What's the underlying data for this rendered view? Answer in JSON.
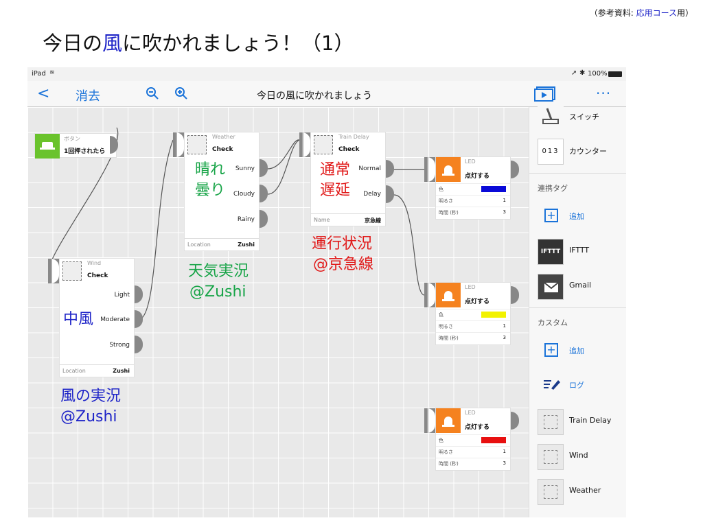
{
  "slide": {
    "title_part1": "今日の",
    "title_blue": "風",
    "title_part2": "に吹かれましょう！（1）",
    "ref_part1": "（参考資料: ",
    "ref_blue": "応用コース",
    "ref_part2": "用）"
  },
  "statusbar": {
    "device": "iPad",
    "battery": "100%"
  },
  "navbar": {
    "back": "<",
    "clear": "消去",
    "title": "今日の風に吹かれましょう",
    "more": "···"
  },
  "nodes": {
    "button": {
      "category": "ボタン",
      "name": "1回押されたら"
    },
    "wind": {
      "category": "Wind",
      "name": "Check",
      "outputs": [
        "Light",
        "Moderate",
        "Strong"
      ],
      "footer_label": "Location",
      "footer_value": "Zushi"
    },
    "weather": {
      "category": "Weather",
      "name": "Check",
      "outputs": [
        "Sunny",
        "Cloudy",
        "Rainy"
      ],
      "footer_label": "Location",
      "footer_value": "Zushi"
    },
    "train": {
      "category": "Train Delay",
      "name": "Check",
      "outputs": [
        "Normal",
        "Delay"
      ],
      "footer_label": "Name",
      "footer_value": "京急線"
    },
    "led1": {
      "category": "LED",
      "name": "点灯する",
      "color_label": "色",
      "bright_label": "明るさ",
      "bright_value": "1",
      "time_label": "時間 (秒)",
      "time_value": "3",
      "color": "#0a0ad8"
    },
    "led2": {
      "category": "LED",
      "name": "点灯する",
      "color_label": "色",
      "bright_label": "明るさ",
      "bright_value": "1",
      "time_label": "時間 (秒)",
      "time_value": "3",
      "color": "#f2f200"
    },
    "led3": {
      "category": "LED",
      "name": "点灯する",
      "color_label": "色",
      "bright_label": "明るさ",
      "bright_value": "1",
      "time_label": "時間 (秒)",
      "time_value": "3",
      "color": "#e81010"
    }
  },
  "annotations": {
    "wind_main": "中風",
    "wind_caption1": "風の実況",
    "wind_caption2": "@Zushi",
    "weather_main1": "晴れ",
    "weather_main2": "曇り",
    "weather_caption1": "天気実況",
    "weather_caption2": "@Zushi",
    "train_main1": "通常",
    "train_main2": "遅延",
    "train_caption1": "運行状況",
    "train_caption2": "@京急線"
  },
  "sidebar": {
    "switch": "スイッチ",
    "counter": "カウンター",
    "counter_icon": "013",
    "linked_tags_head": "連携タグ",
    "add1": "追加",
    "ifttt_icon": "IFTTT",
    "ifttt": "IFTTT",
    "gmail": "Gmail",
    "custom_head": "カスタム",
    "add2": "追加",
    "log": "ログ",
    "train_delay": "Train Delay",
    "wind": "Wind",
    "weather": "Weather"
  },
  "colors": {
    "accent": "#1a73d9",
    "button_green": "#6ac32c",
    "led_orange": "#f5821f",
    "blue_text": "#1f25c8",
    "green_text": "#17a447",
    "red_text": "#e11b1b"
  }
}
